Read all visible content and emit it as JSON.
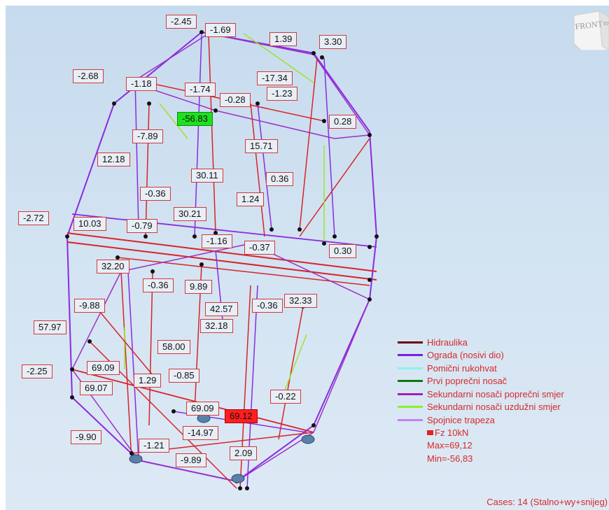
{
  "view_cube": {
    "face_label": "FRONT",
    "side_label": "RIG"
  },
  "labels": [
    {
      "text": "-2.45"
    },
    {
      "text": "-1.69"
    },
    {
      "text": "1.39"
    },
    {
      "text": "3.30"
    },
    {
      "text": "-2.68"
    },
    {
      "text": "-1.18"
    },
    {
      "text": "-1.74"
    },
    {
      "text": "-17.34"
    },
    {
      "text": "-1.23"
    },
    {
      "text": "-0.28"
    },
    {
      "text": "-56.83",
      "kind": "min"
    },
    {
      "text": "0.28"
    },
    {
      "text": "-7.89"
    },
    {
      "text": "15.71"
    },
    {
      "text": "12.18"
    },
    {
      "text": "30.11"
    },
    {
      "text": "0.36"
    },
    {
      "text": "-0.36"
    },
    {
      "text": "1.24"
    },
    {
      "text": "30.21"
    },
    {
      "text": "-2.72"
    },
    {
      "text": "10.03"
    },
    {
      "text": "-0.79"
    },
    {
      "text": "-1.16"
    },
    {
      "text": "-0.37"
    },
    {
      "text": "0.30"
    },
    {
      "text": "32.20"
    },
    {
      "text": "-0.36"
    },
    {
      "text": "9.89"
    },
    {
      "text": "-9.88"
    },
    {
      "text": "42.57"
    },
    {
      "text": "-0.36"
    },
    {
      "text": "32.33"
    },
    {
      "text": "57.97"
    },
    {
      "text": "32.18"
    },
    {
      "text": "58.00"
    },
    {
      "text": "-2.25"
    },
    {
      "text": "69.09"
    },
    {
      "text": "-0.85"
    },
    {
      "text": "69.07"
    },
    {
      "text": "1.29"
    },
    {
      "text": "69.09"
    },
    {
      "text": "-0.22"
    },
    {
      "text": "69.12",
      "kind": "max"
    },
    {
      "text": "-14.97"
    },
    {
      "text": "-9.90"
    },
    {
      "text": "-1.21"
    },
    {
      "text": "2.09"
    },
    {
      "text": "-9.89"
    }
  ],
  "legend": {
    "items": [
      {
        "label": "Hidraulika",
        "color": "#6b0000"
      },
      {
        "label": "Ograda (nosivi dio)",
        "color": "#7a1fe0"
      },
      {
        "label": "Pomični rukohvat",
        "color": "#8ef0f0"
      },
      {
        "label": "Prvi poprečni nosač",
        "color": "#0d7a0d"
      },
      {
        "label": "Sekundarni nosači poprečni smjer",
        "color": "#a01fb8"
      },
      {
        "label": "Sekundarni nosači uzdužni smjer",
        "color": "#8cf02a"
      },
      {
        "label": "Spojnice trapeza",
        "color": "#c680f5"
      }
    ],
    "fz_label": "Fz  10kN",
    "max_label": "Max=69,12",
    "min_label": "Min=-56,83"
  },
  "cases_label": "Cases: 14 (Stalno+wy+snijeg)",
  "colors": {
    "member_red": "#d8232a",
    "member_purple": "#8a2be2",
    "member_violet": "#9b30c8",
    "member_green": "#9ae62a",
    "node": "#111111",
    "support": "#5a7fa8"
  }
}
